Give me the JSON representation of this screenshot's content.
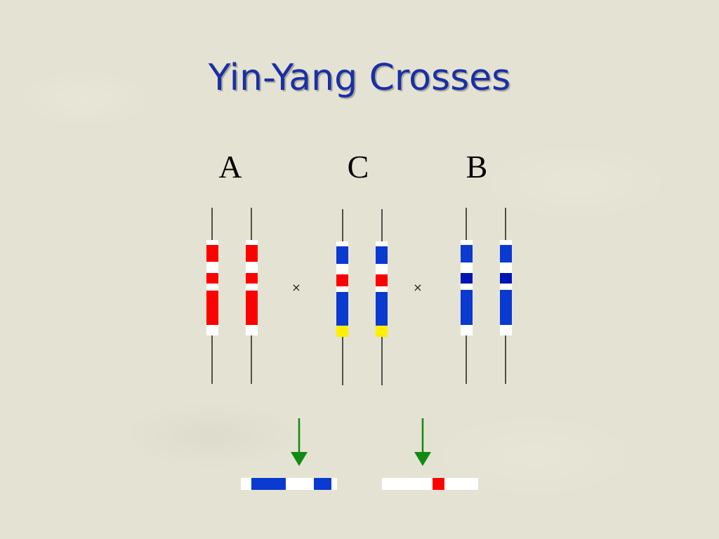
{
  "slide": {
    "title": "Yin-Yang Crosses",
    "strain_labels": [
      "A",
      "C",
      "B"
    ],
    "cross_symbol": "×"
  },
  "colors": {
    "background": "#e4e3d3",
    "title": "#1a2fa6",
    "red_segment": "#ff0000",
    "blue_segment": "#0a3ad0",
    "dark_blue_segment": "#0015b4",
    "yellow_segment": "#ffef00",
    "white_segment": "#ffffff",
    "arrow": "#118a11"
  },
  "icons": [
    "green-arrow-down-icon",
    "cross-icon"
  ]
}
